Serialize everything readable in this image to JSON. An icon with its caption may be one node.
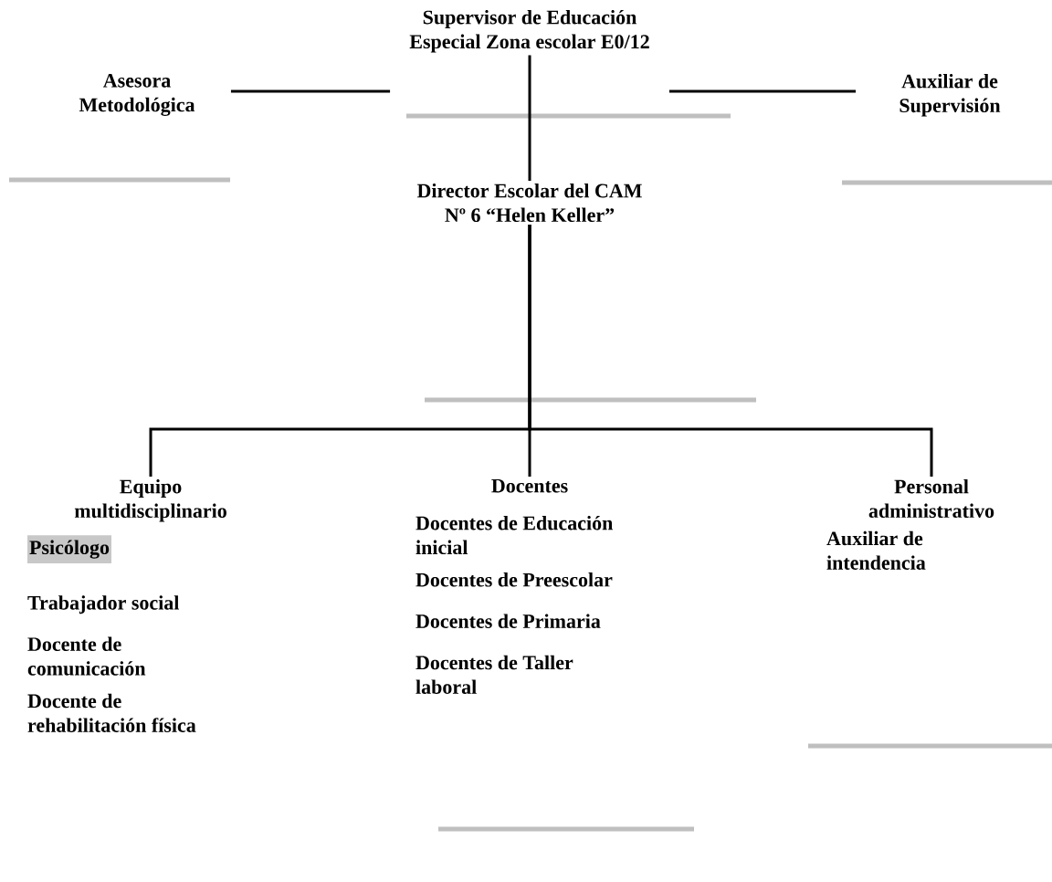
{
  "diagram": {
    "nodes": [
      {
        "text": [
          "Supervisor de Educación Especial Zona escolar E0/12"
        ]
      },
      {
        "text": [
          "Asesora Metodológica"
        ]
      },
      {
        "text": [
          "Auxiliar de Supervisión"
        ]
      },
      {
        "text": [
          "Director Escolar del CAM Nº 6 “Helen Keller”"
        ]
      },
      {
        "text": [
          "Equipo multidisciplinario",
          "Psicólogo",
          "Trabajador social",
          "Docente de comunicación",
          "Docente de rehabilitación física"
        ]
      },
      {
        "text": [
          "Docentes",
          "Docentes de Educación inicial",
          "Docentes de Preescolar",
          "Docentes de Primaria",
          "Docentes de Taller laboral"
        ]
      },
      {
        "text": [
          "Personal administrativo",
          "Auxiliar de intendencia"
        ]
      }
    ],
    "edges": [
      {
        "from": 1,
        "to": 0,
        "arrow": "none"
      },
      {
        "from": 0,
        "to": 2,
        "arrow": "none"
      },
      {
        "from": 0,
        "to": 3,
        "arrow": "none"
      },
      {
        "from": 3,
        "to": 4,
        "arrow": "none"
      },
      {
        "from": 3,
        "to": 5,
        "arrow": "none"
      },
      {
        "from": 3,
        "to": 6,
        "arrow": "none"
      }
    ]
  }
}
